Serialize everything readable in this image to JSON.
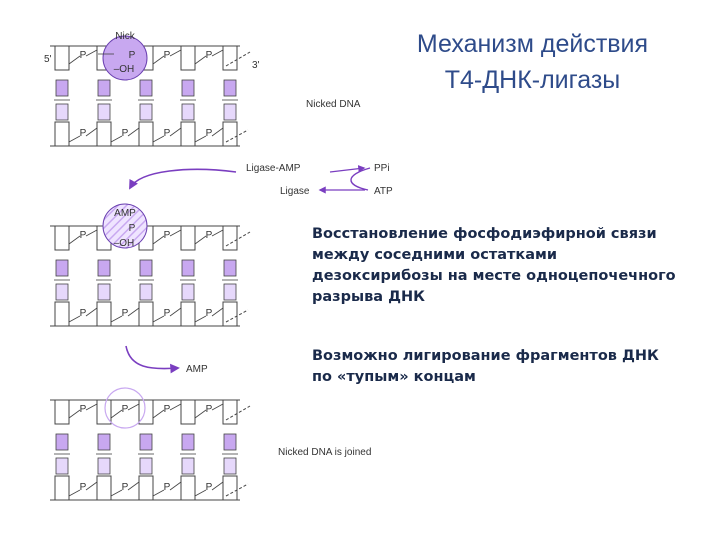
{
  "title": {
    "line1": "Механизм действия",
    "line2": "Т4-ДНК-лигазы"
  },
  "description": {
    "lines": [
      "Восстановление фосфодиэфирной связи",
      "между соседними остатками",
      "дезоксирибозы на месте одноцепочечного",
      "разрыва ДНК"
    ]
  },
  "blunt_note": {
    "lines": [
      "Возможно лигирование фрагментов ДНК",
      "по «тупым» концам"
    ]
  },
  "diagram": {
    "nick_label": "Nick",
    "five_prime": "5'",
    "three_prime": "3'",
    "phosphate": "P",
    "hydroxyl": "–OH",
    "amp": "AMP",
    "nicked_dna": "Nicked DNA",
    "ligase_amp": "Ligase-AMP",
    "ligase": "Ligase",
    "ppi": "PPi",
    "atp": "ATP",
    "amp_released": "AMP",
    "nicked_dna_joined": "Nicked DNA is joined",
    "purple": "#c8a8f0",
    "purple_dark": "#6a40b0",
    "arrow_color": "#7a3ec0"
  }
}
